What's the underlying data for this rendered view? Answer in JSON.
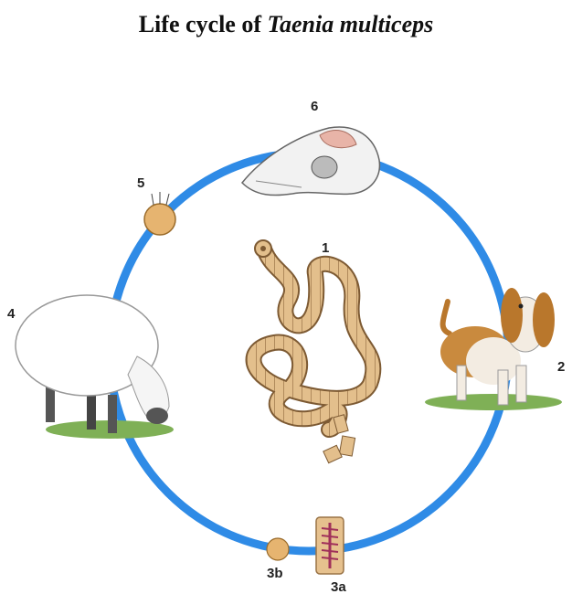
{
  "title": {
    "prefix": "Life cycle of ",
    "species": "Taenia multiceps"
  },
  "stages": [
    {
      "label": "1"
    },
    {
      "label": "2"
    },
    {
      "label": "3a"
    },
    {
      "label": "3b"
    },
    {
      "label": "4"
    },
    {
      "label": "5"
    },
    {
      "label": "6"
    }
  ],
  "colors": {
    "cycle_ring": "#2f8be6",
    "tapeworm": "#e3bf8c",
    "grass": "#5a9e3a"
  }
}
